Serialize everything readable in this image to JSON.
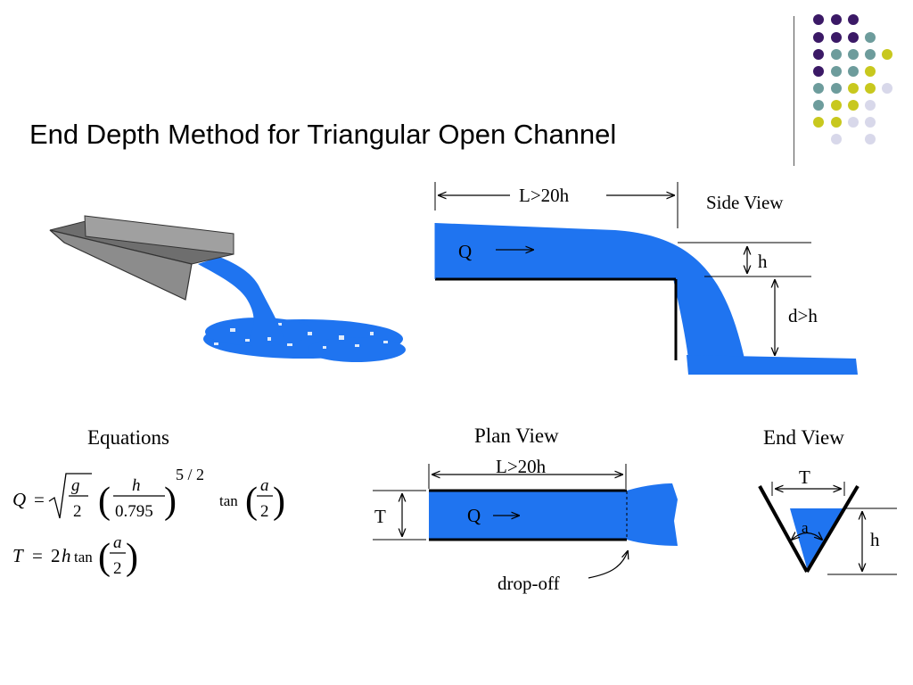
{
  "title": "End Depth Method for Triangular Open Channel",
  "colors": {
    "water": "#1f74f0",
    "channel_gray": "#8c8c8c",
    "dot_purple": "#3b1966",
    "dot_teal": "#6d9c9c",
    "dot_olive": "#c8c81e",
    "dot_lavender": "#d8d8ea"
  },
  "side_view": {
    "label": "Side View",
    "length_label": "L>20h",
    "flow_label": "Q",
    "h_label": "h",
    "drop_label": "d>h"
  },
  "equations": {
    "heading": "Equations",
    "eq1": {
      "lhs": "Q",
      "g": "g",
      "two": "2",
      "h": "h",
      "divisor": "0.795",
      "exponent": "5 / 2",
      "tan": "tan",
      "a": "a"
    },
    "eq2": {
      "lhs": "T",
      "coef": "2",
      "h": "h",
      "tan": "tan",
      "a": "a",
      "two": "2"
    }
  },
  "plan_view": {
    "label": "Plan View",
    "length_label": "L>20h",
    "flow_label": "Q",
    "width_label": "T",
    "dropoff_label": "drop-off"
  },
  "end_view": {
    "label": "End View",
    "width_label": "T",
    "angle_label": "a",
    "h_label": "h"
  }
}
